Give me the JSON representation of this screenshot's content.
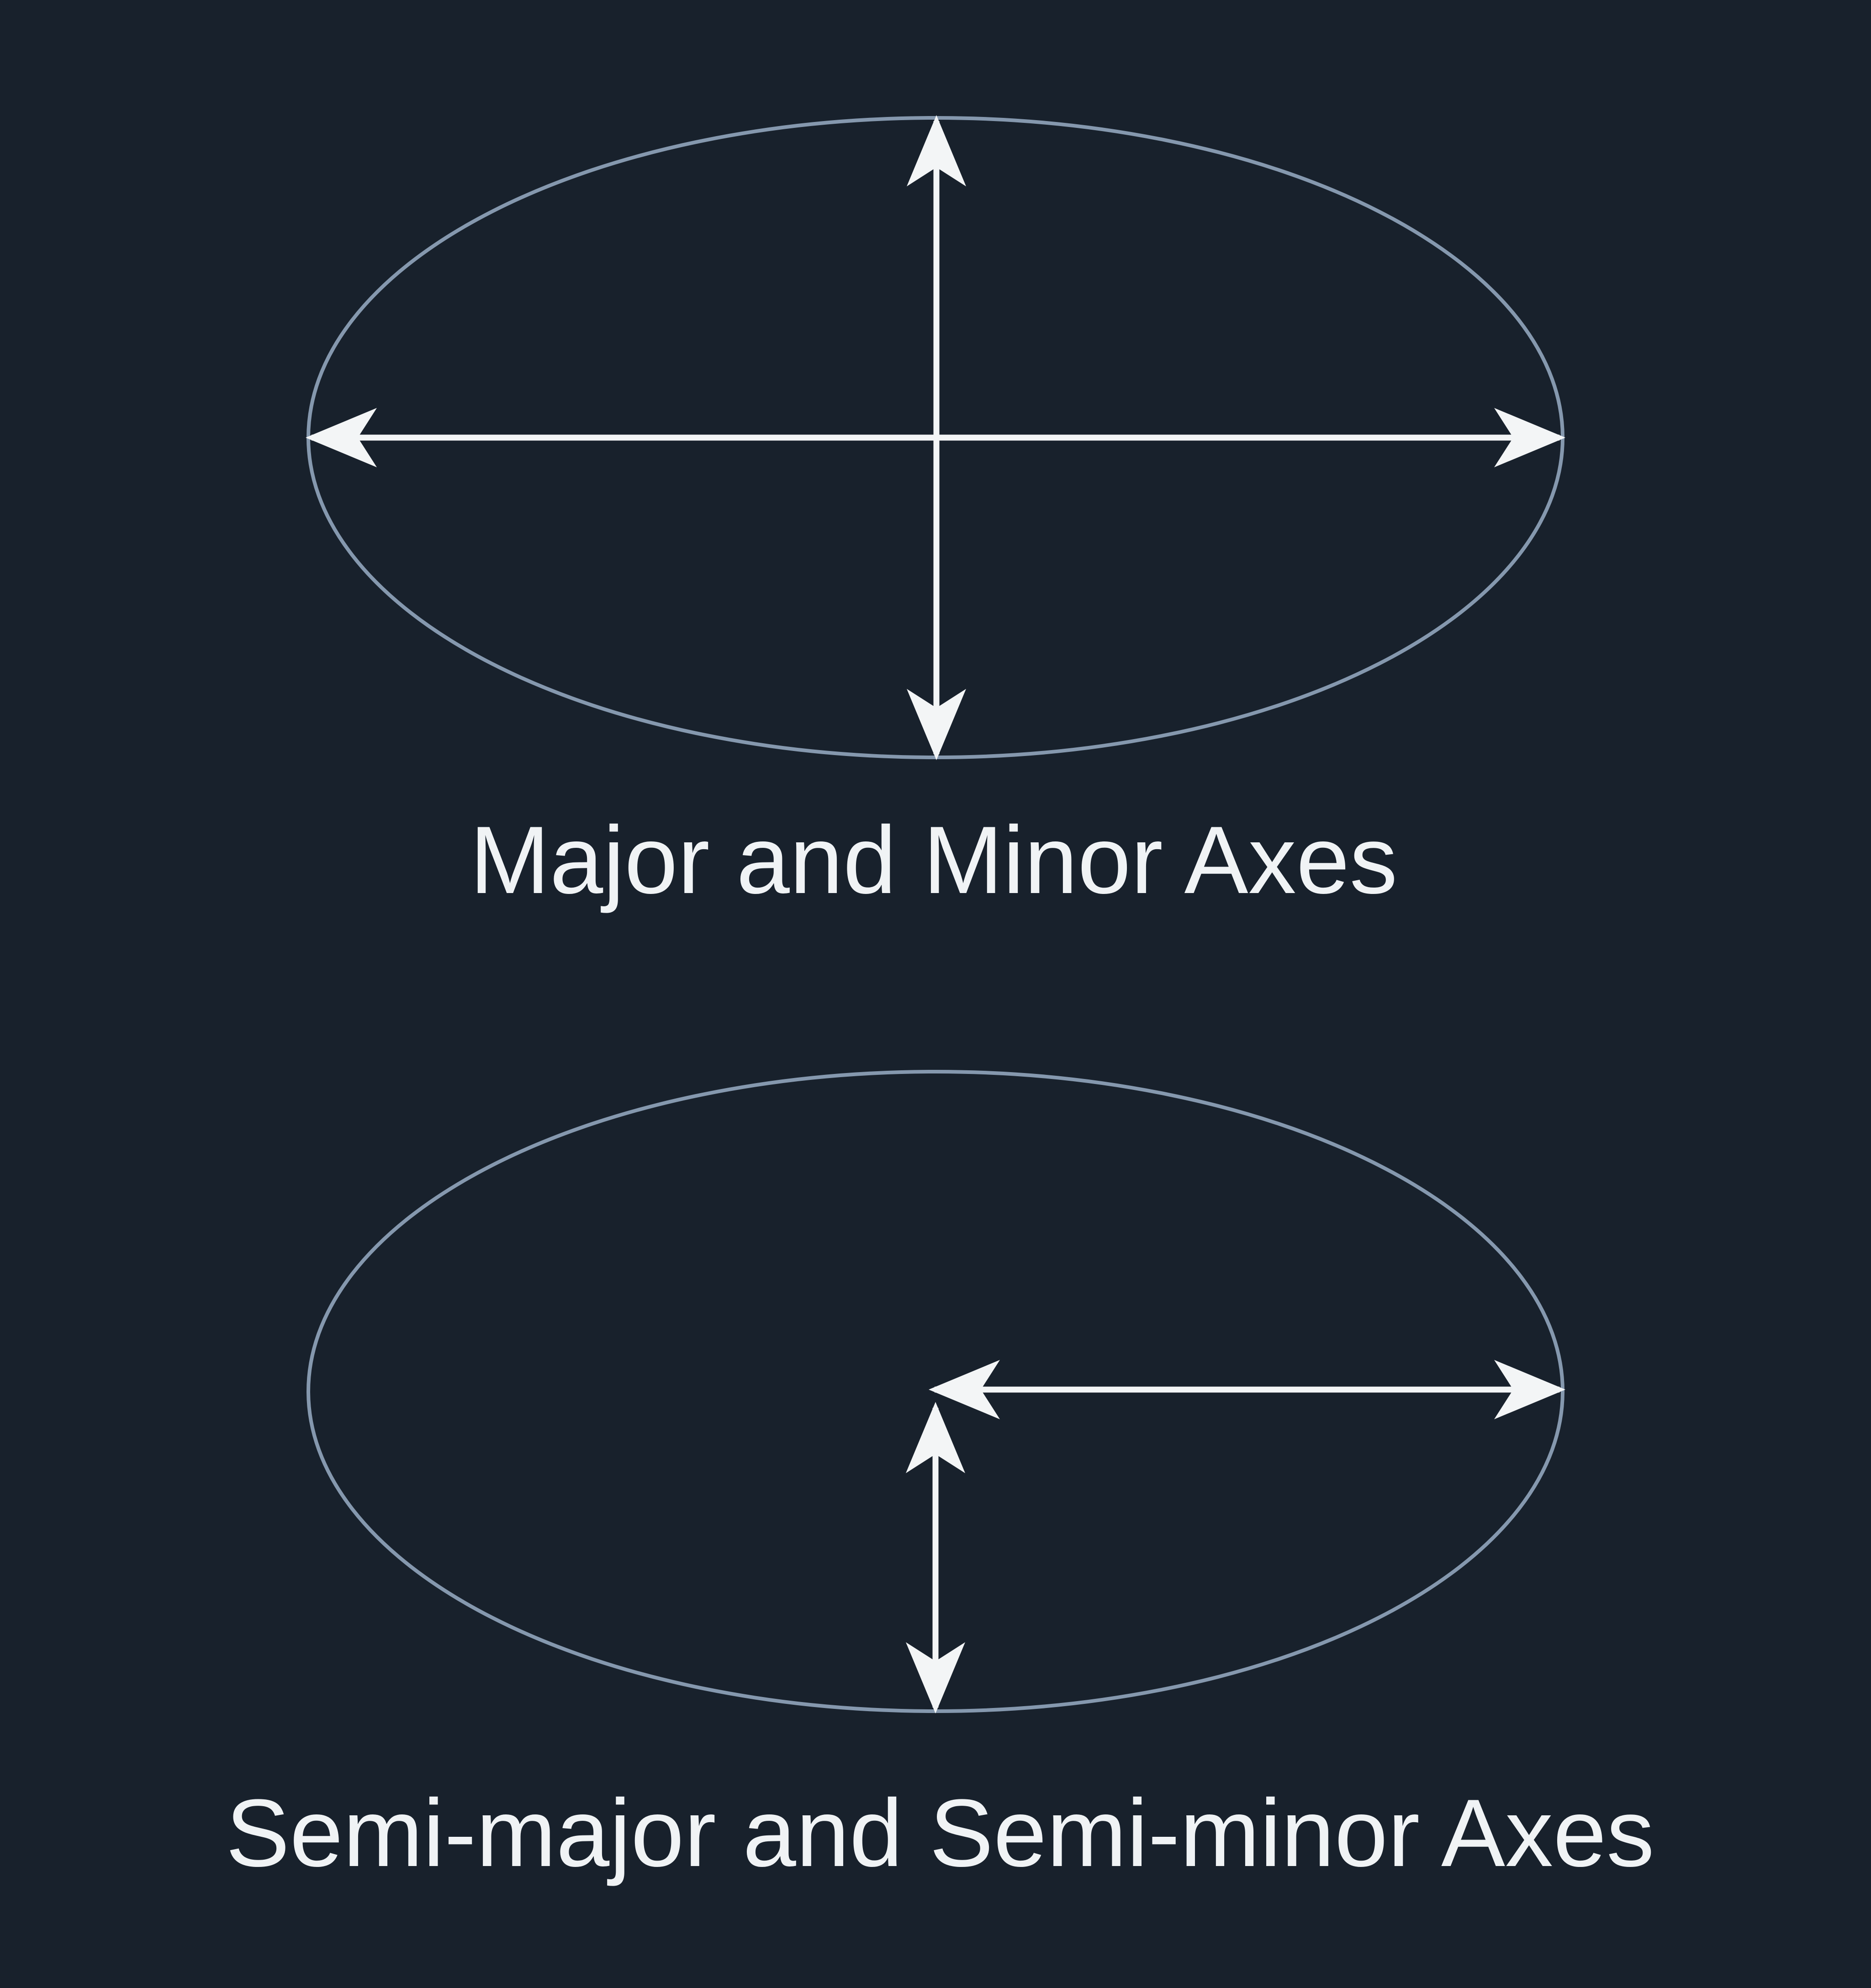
{
  "figures": {
    "top": {
      "caption": "Major and Minor Axes",
      "shape": "ellipse",
      "arrows": [
        "major-axis full width double-headed",
        "minor-axis full height double-headed"
      ]
    },
    "bottom": {
      "caption": "Semi-major and Semi-minor Axes",
      "shape": "ellipse",
      "arrows": [
        "semi-major from center to right vertex double-headed",
        "semi-minor from center to bottom vertex double-headed"
      ]
    }
  },
  "colors": {
    "background": "#18212c",
    "ellipse_stroke": "#8598ae",
    "arrow": "#f3f5f6",
    "text": "#f0f3f5"
  }
}
